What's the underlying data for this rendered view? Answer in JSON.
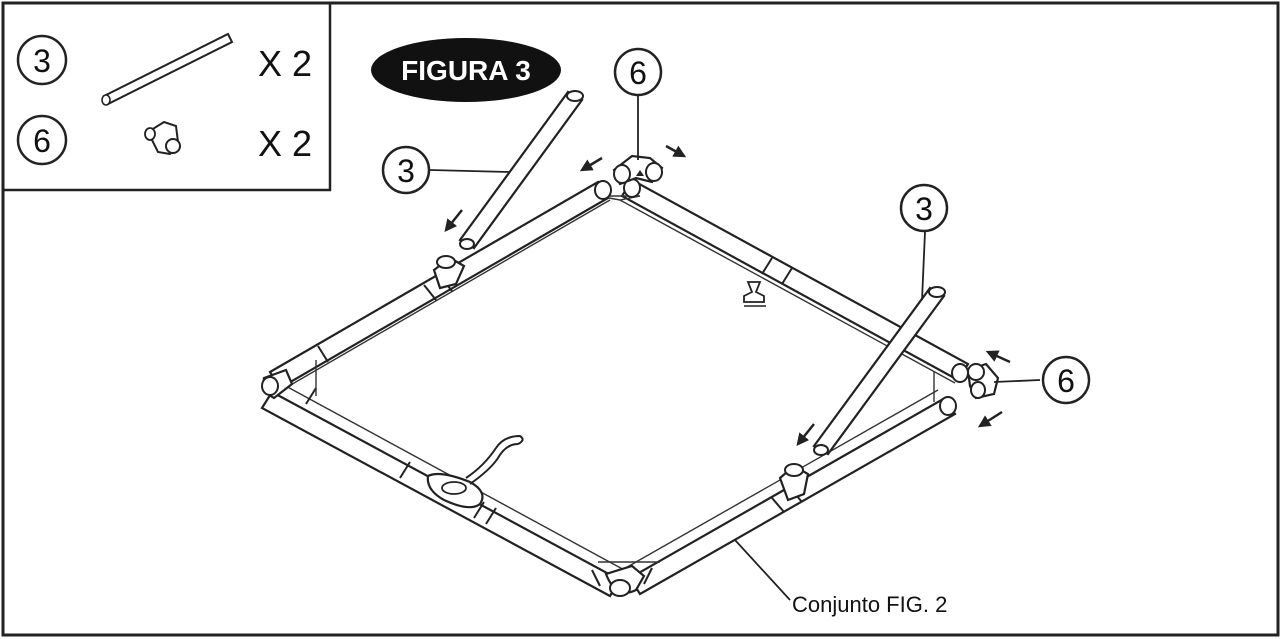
{
  "figure": {
    "badge_text": "FIGURA 3",
    "assembly_label": "Conjunto FIG. 2"
  },
  "parts_legend": [
    {
      "number": "3",
      "quantity": "X 2",
      "icon": "pipe-icon"
    },
    {
      "number": "6",
      "quantity": "X 2",
      "icon": "elbow-connector-icon"
    }
  ],
  "callouts": [
    {
      "id": "callout-3-left",
      "number": "3"
    },
    {
      "id": "callout-6-top",
      "number": "6"
    },
    {
      "id": "callout-3-right",
      "number": "3"
    },
    {
      "id": "callout-6-right",
      "number": "6"
    }
  ],
  "colors": {
    "ink": "#222222",
    "badge": "#111111",
    "background": "#ffffff"
  }
}
